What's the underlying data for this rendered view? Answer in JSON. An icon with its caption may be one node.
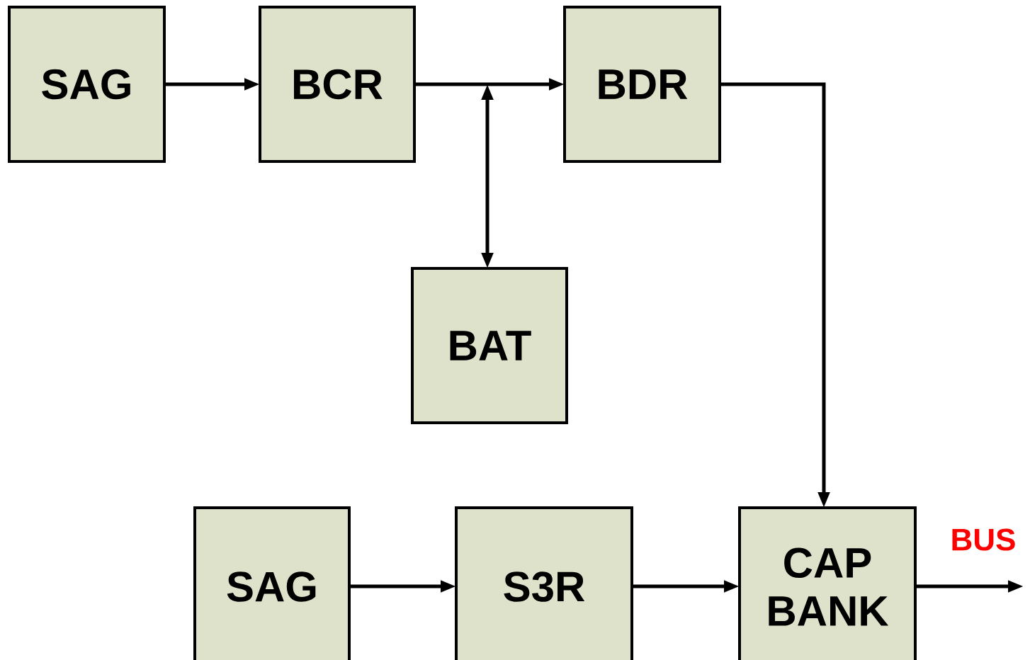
{
  "diagram": {
    "nodes": [
      {
        "text": [
          "SAG"
        ]
      },
      {
        "text": [
          "BCR"
        ]
      },
      {
        "text": [
          "BDR"
        ]
      },
      {
        "text": [
          "BAT"
        ]
      },
      {
        "text": [
          "SAG"
        ]
      },
      {
        "text": [
          "S3R"
        ]
      },
      {
        "text": [
          "CAP BANK"
        ]
      }
    ],
    "edges": [
      {
        "from": 0,
        "to": 1,
        "arrow": "to"
      },
      {
        "from": 1,
        "to": 2,
        "arrow": "to"
      },
      {
        "from": null,
        "to": 3,
        "arrow": "both"
      },
      {
        "from": 2,
        "to": 6,
        "arrow": "to"
      },
      {
        "from": 4,
        "to": 5,
        "arrow": "to"
      },
      {
        "from": 5,
        "to": 6,
        "arrow": "to"
      },
      {
        "from": 6,
        "to": null,
        "arrow": "to",
        "label": "BUS"
      }
    ]
  }
}
